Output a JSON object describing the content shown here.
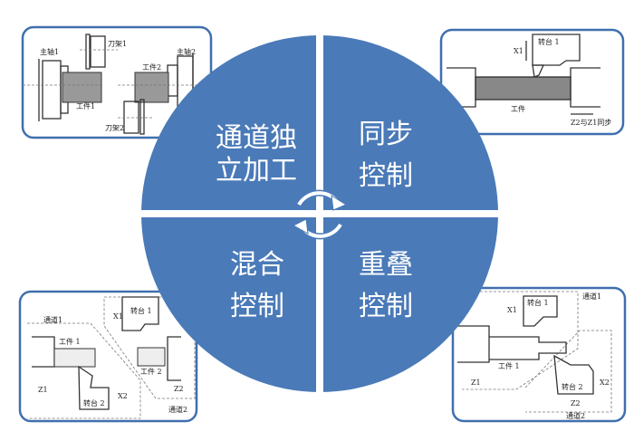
{
  "quadrants": {
    "top_left": {
      "line1": "通道独",
      "line2": "立加工"
    },
    "top_right": {
      "line1": "同步",
      "line2": "控制"
    },
    "bottom_left": {
      "line1": "混合",
      "line2": "控制"
    },
    "bottom_right": {
      "line1": "重叠",
      "line2": "控制"
    }
  },
  "diagram_independent": {
    "spindle1": "主轴1",
    "holder1": "刀架1",
    "spindle2": "主轴2",
    "workpiece2": "工件2",
    "workpiece1": "工件1",
    "holder2": "刀架2"
  },
  "diagram_sync": {
    "x1": "X1",
    "turret1": "转台 1",
    "workpiece": "工件",
    "sync_label": "Z2与Z1同步"
  },
  "diagram_mixed": {
    "channel1": "通道1",
    "turret1": "转台 1",
    "x1": "X1",
    "workpiece1": "工件 1",
    "workpiece2": "工件 2",
    "z1": "Z1",
    "x2": "X2",
    "turret2": "转台 2",
    "z2": "Z2",
    "channel2": "通道2"
  },
  "diagram_overlap": {
    "channel1": "通道1",
    "x1": "X1",
    "turret1": "转台 1",
    "workpiece1": "工件 1",
    "z1": "Z1",
    "turret2": "转台 2",
    "x2": "X2",
    "z2": "Z2",
    "channel2": "通道2"
  },
  "colors": {
    "circle": "#4a7ab8",
    "border": "#3f6fae"
  }
}
